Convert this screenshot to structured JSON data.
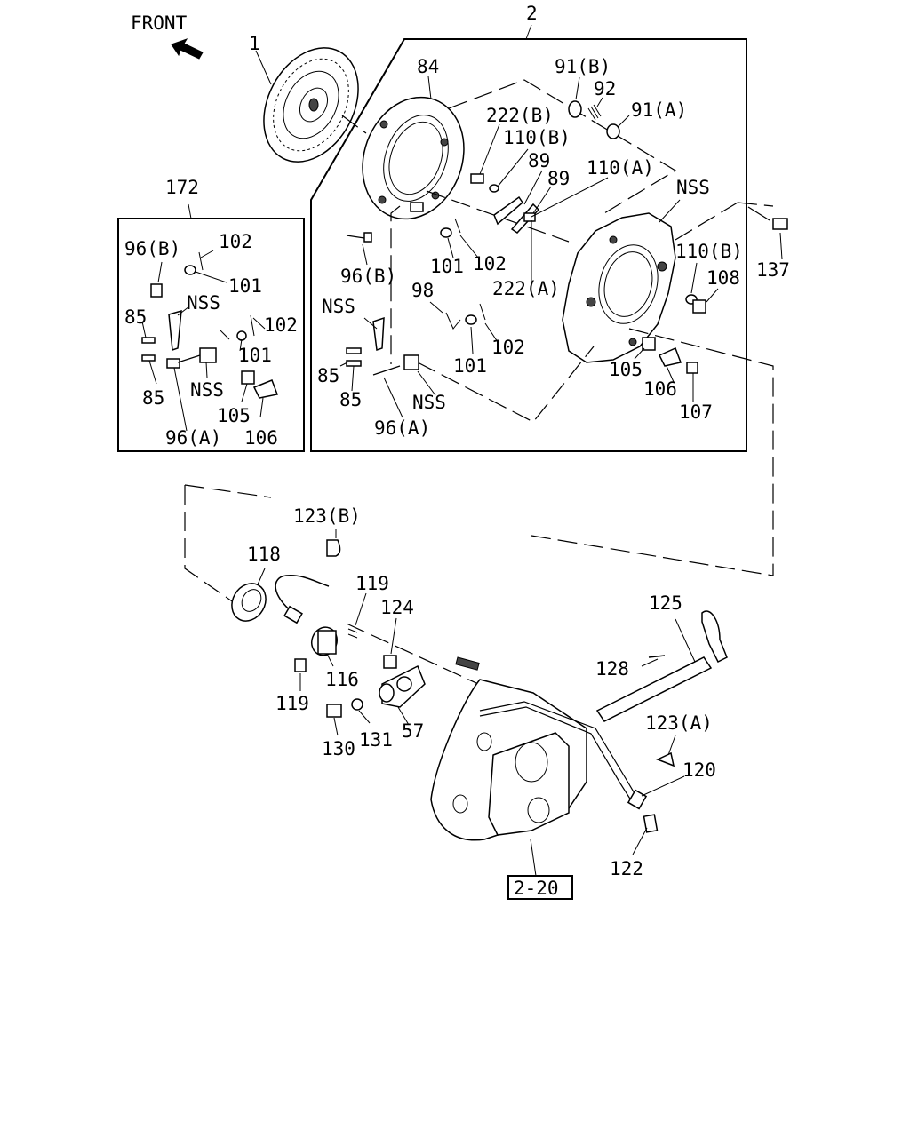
{
  "diagram": {
    "front_label": "FRONT",
    "ref_box_label": "2-20",
    "labels": {
      "l_2": "2",
      "l_1": "1",
      "l_84": "84",
      "l_91b_top": "91(B)",
      "l_92": "92",
      "l_91a": "91(A)",
      "l_222b": "222(B)",
      "l_110b_top": "110(B)",
      "l_89_a": "89",
      "l_89_b": "89",
      "l_110a": "110(A)",
      "l_nss_right": "NSS",
      "l_137": "137",
      "l_110b_right": "110(B)",
      "l_108": "108",
      "l_96b_main": "96(B)",
      "l_101_a": "101",
      "l_102_a": "102",
      "l_222a": "222(A)",
      "l_98": "98",
      "l_nss_main": "NSS",
      "l_102_b": "102",
      "l_101_b": "101",
      "l_85_a": "85",
      "l_85_b": "85",
      "l_nss_main2": "NSS",
      "l_96a_main": "96(A)",
      "l_105_main": "105",
      "l_106_main": "106",
      "l_107": "107",
      "l_172": "172",
      "l_96b_box": "96(B)",
      "l_102_box_a": "102",
      "l_101_box_a": "101",
      "l_nss_box": "NSS",
      "l_102_box_b": "102",
      "l_85_box_a": "85",
      "l_101_box_b": "101",
      "l_nss_box2": "NSS",
      "l_85_box_b": "85",
      "l_105_box": "105",
      "l_96a_box": "96(A)",
      "l_106_box": "106",
      "l_123b": "123(B)",
      "l_118": "118",
      "l_119_a": "119",
      "l_124": "124",
      "l_125": "125",
      "l_128": "128",
      "l_116": "116",
      "l_119_b": "119",
      "l_57": "57",
      "l_130": "130",
      "l_131": "131",
      "l_123a": "123(A)",
      "l_120": "120",
      "l_122": "122"
    }
  }
}
